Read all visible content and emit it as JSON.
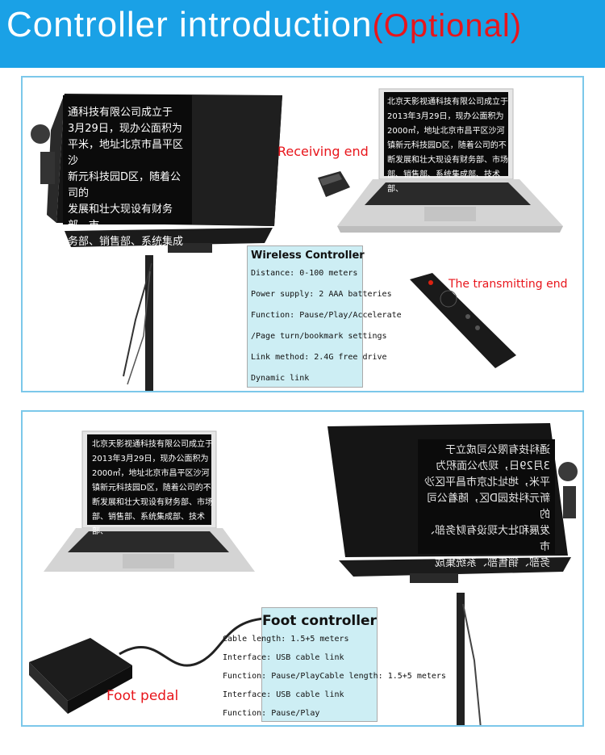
{
  "header": {
    "title": "Controller introduction",
    "optional": "(Optional)",
    "bg_color": "#1aa1e6",
    "accent_color": "#e8151b"
  },
  "wireless": {
    "receiving_label": "Receiving end",
    "transmitting_label": "The transmitting end",
    "box_title": "Wireless Controller",
    "lines": [
      "Distance: 0-100 meters",
      "Power supply: 2 AAA batteries",
      "Function: Pause/Play/Accelerate",
      "/Page turn/bookmark settings",
      "Link method: 2.4G free drive",
      "Dynamic link"
    ]
  },
  "foot": {
    "pedal_label": "Foot pedal",
    "box_title": "Foot controller",
    "lines": [
      "Cable length: 1.5+5 meters",
      "Interface: USB cable link",
      "Function: Pause/PlayCable length: 1.5+5 meters",
      "Interface: USB cable link",
      "Function: Pause/Play"
    ]
  },
  "laptop_text": [
    "北京天影视通科技有限公司成立于",
    "2013年3月29日，现办公面积为",
    "2000㎡，地址北京市昌平区沙河",
    "镇新元科技园D区，随着公司的不",
    "断发展和壮大现设有财务部、市场",
    "部、销售部、系统集成部、技术部、"
  ],
  "teleprompter_text": [
    "通科技有限公司成立于",
    "3月29日，现办公面积为",
    "平米，地址北京市昌平区沙",
    "新元科技园D区，随着公司的",
    "发展和壮大现设有财务部、市",
    "务部、销售部、系统集成部、技术"
  ],
  "mirrored_text": [
    "通科技有限公司成立于",
    "3月29日，现办公面积为",
    "平米，地址北京市昌平区沙",
    "新元科技园D区，随着公司的",
    "发展和壮大现设有财务部、市",
    "务部、销售部、系统集成部、技术"
  ]
}
